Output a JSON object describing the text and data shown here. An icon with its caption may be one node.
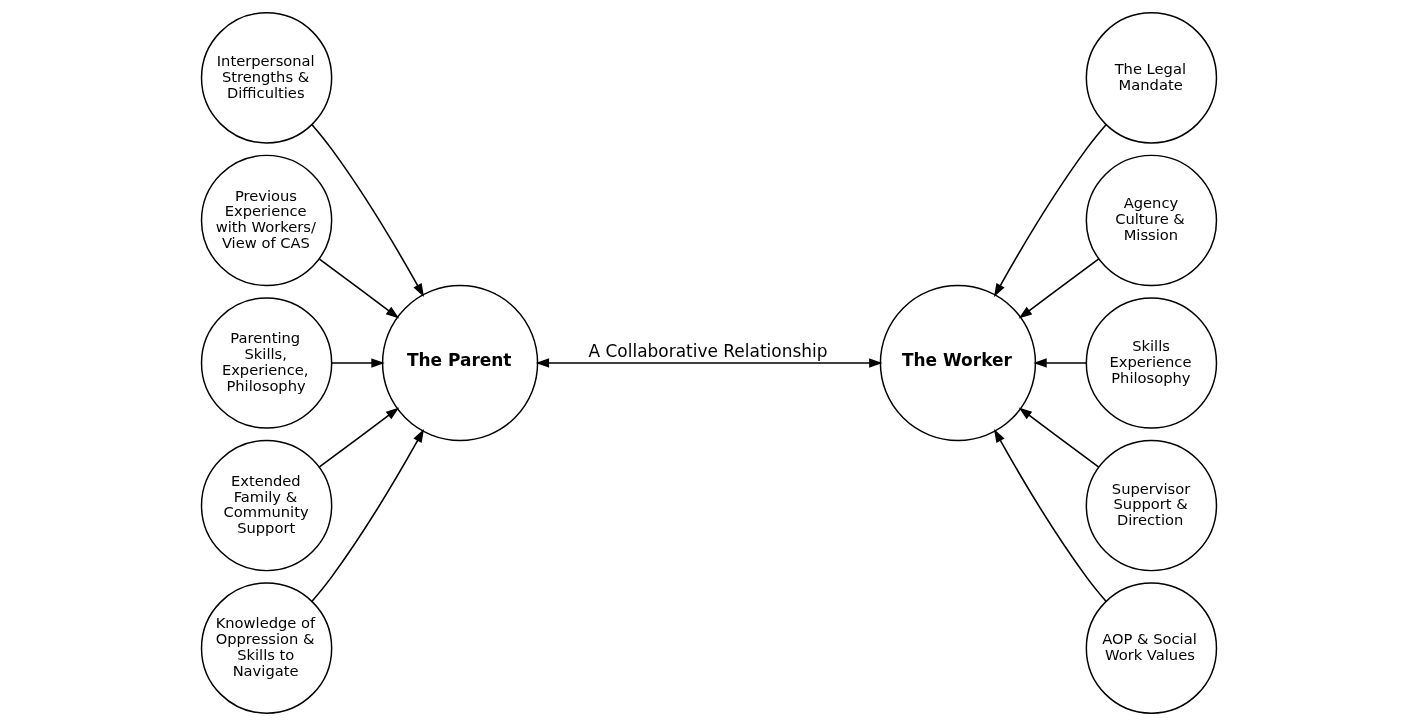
{
  "diagram": {
    "nodes": [
      {
        "text": [
          "The Parent"
        ]
      },
      {
        "text": [
          "Interpersonal Strengths & Difficulties"
        ]
      },
      {
        "text": [
          "Previous Experience with Workers/ View of CAS"
        ]
      },
      {
        "text": [
          "Parenting Skills, Experience, Philosophy"
        ]
      },
      {
        "text": [
          "Extended Family & Community Support"
        ]
      },
      {
        "text": [
          "Knowledge of Oppression & Skills to Navigate"
        ]
      },
      {
        "text": [
          "The Worker"
        ]
      },
      {
        "text": [
          "The Legal Mandate"
        ]
      },
      {
        "text": [
          "Agency Culture & Mission"
        ]
      },
      {
        "text": [
          "Skills Experience Philosophy"
        ]
      },
      {
        "text": [
          "Supervisor Support & Direction"
        ]
      },
      {
        "text": [
          "AOP & Social Work Values"
        ]
      }
    ],
    "edges": [
      {
        "from": 0,
        "to": 6,
        "arrow": "both",
        "label": "A Collaborative Relationship"
      },
      {
        "from": 1,
        "to": 0,
        "arrow": "to"
      },
      {
        "from": 2,
        "to": 0,
        "arrow": "to"
      },
      {
        "from": 3,
        "to": 0,
        "arrow": "to"
      },
      {
        "from": 4,
        "to": 0,
        "arrow": "to"
      },
      {
        "from": 5,
        "to": 0,
        "arrow": "to"
      },
      {
        "from": 7,
        "to": 6,
        "arrow": "to"
      },
      {
        "from": 8,
        "to": 6,
        "arrow": "to"
      },
      {
        "from": 9,
        "to": 6,
        "arrow": "to"
      },
      {
        "from": 10,
        "to": 6,
        "arrow": "to"
      },
      {
        "from": 11,
        "to": 6,
        "arrow": "to"
      }
    ]
  }
}
